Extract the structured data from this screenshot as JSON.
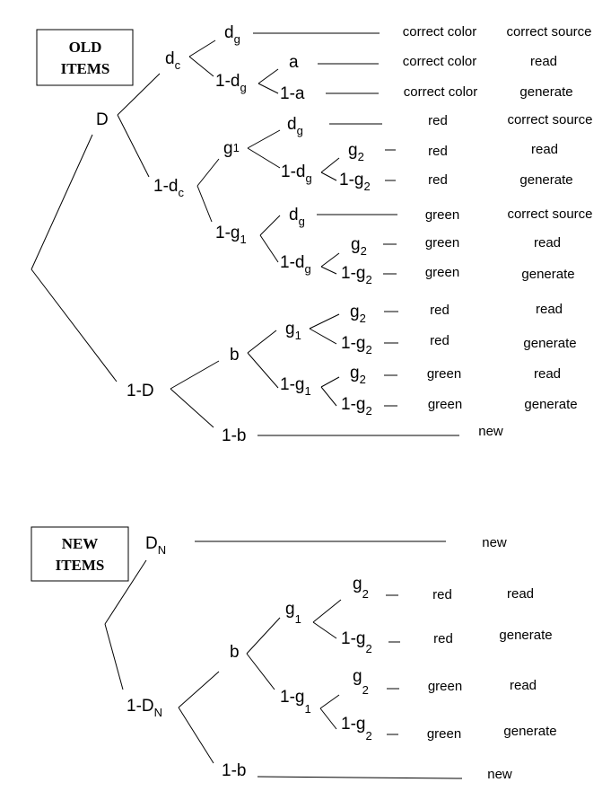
{
  "old_items": {
    "box_label": [
      "OLD",
      "ITEMS"
    ],
    "nodes": {
      "D": {
        "main": "D",
        "sub": ""
      },
      "dc": {
        "main": "d",
        "sub": "c"
      },
      "one_minus_dc": {
        "main": "1-d",
        "sub": "c"
      },
      "dg_a": {
        "main": "d",
        "sub": "g"
      },
      "one_minus_dg_a": {
        "main": "1-d",
        "sub": "g"
      },
      "a": {
        "main": "a",
        "sub": ""
      },
      "one_minus_a": {
        "main": "1-a",
        "sub": ""
      },
      "g1_a": {
        "main": "g",
        "sub": "1"
      },
      "one_minus_g1_a": {
        "main": "1-g",
        "sub": "1"
      },
      "dg_b": {
        "main": "d",
        "sub": "g"
      },
      "one_minus_dg_b": {
        "main": "1-d",
        "sub": "g"
      },
      "g2_b": {
        "main": "g",
        "sub": "2"
      },
      "one_minus_g2_b": {
        "main": "1-g",
        "sub": "2"
      },
      "dg_c": {
        "main": "d",
        "sub": "g"
      },
      "one_minus_dg_c": {
        "main": "1-d",
        "sub": "g"
      },
      "g2_c": {
        "main": "g",
        "sub": "2"
      },
      "one_minus_g2_c": {
        "main": "1-g",
        "sub": "2"
      },
      "one_minus_D": {
        "main": "1-D",
        "sub": ""
      },
      "b": {
        "main": "b",
        "sub": ""
      },
      "one_minus_b": {
        "main": "1-b",
        "sub": ""
      },
      "g1_d": {
        "main": "g",
        "sub": "1"
      },
      "one_minus_g1_d": {
        "main": "1-g",
        "sub": "1"
      },
      "g2_d": {
        "main": "g",
        "sub": "2"
      },
      "one_minus_g2_d": {
        "main": "1-g",
        "sub": "2"
      },
      "g2_e": {
        "main": "g",
        "sub": "2"
      },
      "one_minus_g2_e": {
        "main": "1-g",
        "sub": "2"
      }
    },
    "outcomes": [
      {
        "color": "correct color",
        "source": "correct source"
      },
      {
        "color": "correct color",
        "source": "read"
      },
      {
        "color": "correct color",
        "source": "generate"
      },
      {
        "color": "red",
        "source": "correct source"
      },
      {
        "color": "red",
        "source": "read"
      },
      {
        "color": "red",
        "source": "generate"
      },
      {
        "color": "green",
        "source": "correct source"
      },
      {
        "color": "green",
        "source": "read"
      },
      {
        "color": "green",
        "source": "generate"
      },
      {
        "color": "red",
        "source": "read"
      },
      {
        "color": "red",
        "source": "generate"
      },
      {
        "color": "green",
        "source": "read"
      },
      {
        "color": "green",
        "source": "generate"
      },
      {
        "color": "",
        "source": "new"
      }
    ]
  },
  "new_items": {
    "box_label": [
      "NEW",
      "ITEMS"
    ],
    "nodes": {
      "DN": {
        "main": "D",
        "sub": "N"
      },
      "one_minus_DN": {
        "main": "1-D",
        "sub": "N"
      },
      "b": {
        "main": "b",
        "sub": ""
      },
      "one_minus_b": {
        "main": "1-b",
        "sub": ""
      },
      "g1": {
        "main": "g",
        "sub": "1"
      },
      "one_minus_g1": {
        "main": "1-g",
        "sub": "1"
      },
      "g2_a": {
        "main": "g",
        "sub": "2"
      },
      "one_minus_g2_a": {
        "main": "1-g",
        "sub": "2"
      },
      "g2_b": {
        "main": "g",
        "sub": "2"
      },
      "one_minus_g2_b": {
        "main": "1-g",
        "sub": "2"
      }
    },
    "outcomes": [
      {
        "color": "",
        "source": "new"
      },
      {
        "color": "red",
        "source": "read"
      },
      {
        "color": "red",
        "source": "generate"
      },
      {
        "color": "green",
        "source": "read"
      },
      {
        "color": "green",
        "source": "generate"
      },
      {
        "color": "",
        "source": "new"
      }
    ]
  }
}
